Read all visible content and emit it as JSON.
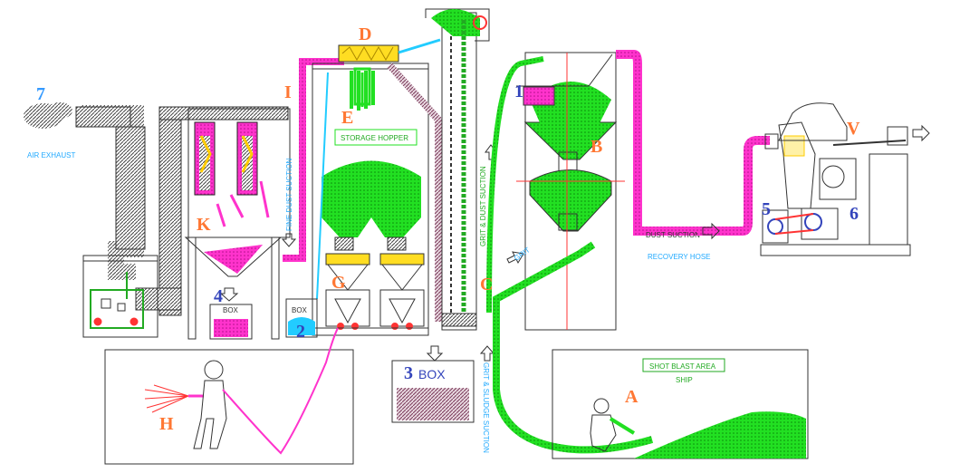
{
  "colors": {
    "green": "#22e022",
    "magenta": "#ff33cc",
    "cyan": "#22ccff",
    "orange": "#ff7733",
    "blue": "#3344bb",
    "gold": "#ffcc00",
    "brown": "#8a4a6a",
    "gray": "#555555"
  },
  "markers": {
    "seven": "7",
    "i": "I",
    "d": "D",
    "e": "E",
    "one": "1",
    "b": "B",
    "v": "V",
    "five": "5",
    "six": "6",
    "k": "K",
    "four": "4",
    "g": "G",
    "two": "2",
    "c": "C",
    "three": "3",
    "h": "H",
    "a": "A"
  },
  "labels": {
    "air_exhaust": "AIR EXHAUST",
    "storage_hopper": "STORAGE HOPPER",
    "fine_dust_suction": "FINE DUST SUCTION",
    "grit_dust_suction": "GRIT & DUST SUCTION",
    "dust_suction": "DUST SUCTION",
    "recovery_hose": "RECOVERY HOSE",
    "box_small": "BOX",
    "box_k": "BOX",
    "box_main": "BOX",
    "grit_sludge_suction": "GRIT & SLUDGE SUCTION",
    "shot_blast_area": "SHOT BLAST AREA",
    "ship": "SHIP",
    "grit": "GRIT"
  }
}
